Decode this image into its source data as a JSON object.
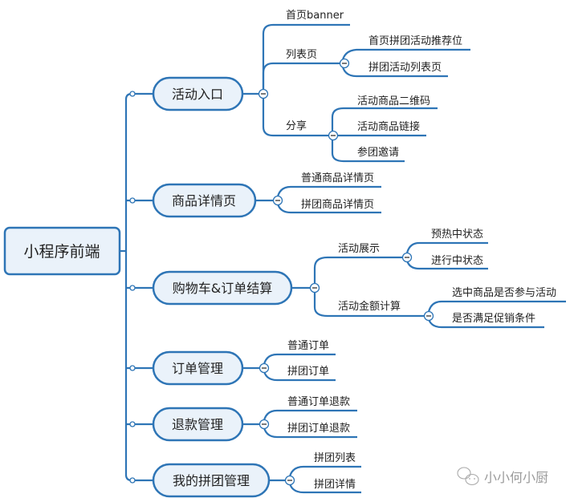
{
  "root": {
    "label": "小程序前端"
  },
  "accent_color": "#2e75b6",
  "box_fill": "#eaf2fa",
  "branches": [
    {
      "label": "活动入口",
      "children": [
        {
          "label": "首页banner"
        },
        {
          "label": "列表页",
          "children": [
            {
              "label": "首页拼团活动推荐位"
            },
            {
              "label": "拼团活动列表页"
            }
          ]
        },
        {
          "label": "分享",
          "children": [
            {
              "label": "活动商品二维码"
            },
            {
              "label": "活动商品链接"
            },
            {
              "label": "参团邀请"
            }
          ]
        }
      ]
    },
    {
      "label": "商品详情页",
      "children": [
        {
          "label": "普通商品详情页"
        },
        {
          "label": "拼团商品详情页"
        }
      ]
    },
    {
      "label": "购物车&订单结算",
      "children": [
        {
          "label": "活动展示",
          "children": [
            {
              "label": "预热中状态"
            },
            {
              "label": "进行中状态"
            }
          ]
        },
        {
          "label": "活动金额计算",
          "children": [
            {
              "label": "选中商品是否参与活动"
            },
            {
              "label": "是否满足促销条件"
            }
          ]
        }
      ]
    },
    {
      "label": "订单管理",
      "children": [
        {
          "label": "普通订单"
        },
        {
          "label": "拼团订单"
        }
      ]
    },
    {
      "label": "退款管理",
      "children": [
        {
          "label": "普通订单退款"
        },
        {
          "label": "拼团订单退款"
        }
      ]
    },
    {
      "label": "我的拼团管理",
      "children": [
        {
          "label": "拼团列表"
        },
        {
          "label": "拼团详情"
        }
      ]
    }
  ],
  "watermark": {
    "text": "小小何小厨",
    "icon": "wechat-icon"
  }
}
